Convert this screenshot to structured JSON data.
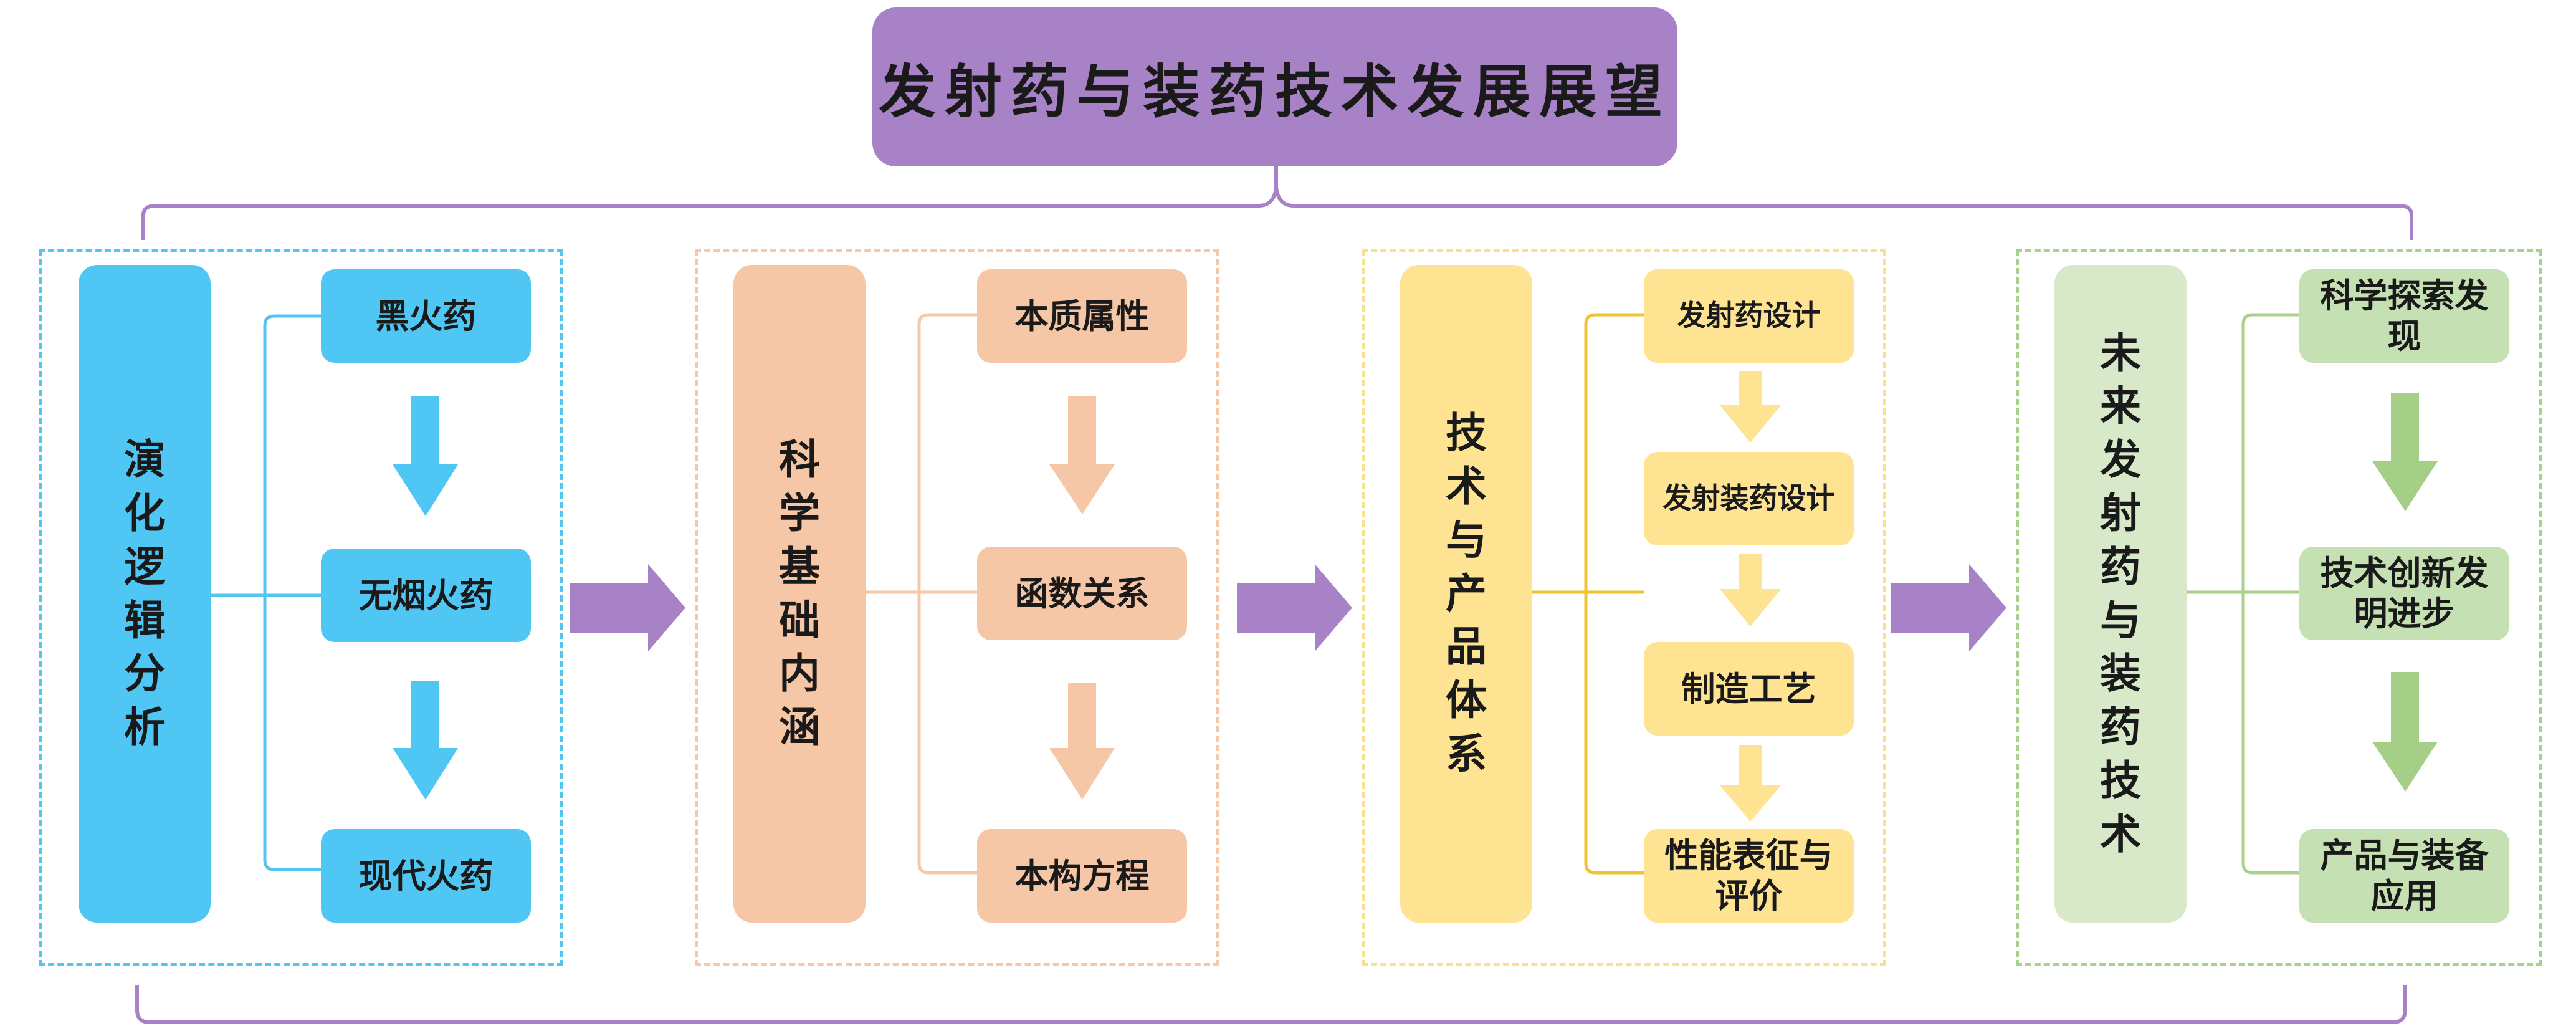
{
  "title": "发射药与装药技术发展展望",
  "sections": [
    {
      "label": "演化逻辑分析",
      "color": "#4fc6f4",
      "border": "#53c5ef",
      "items": [
        "黑火药",
        "无烟火药",
        "现代火药"
      ]
    },
    {
      "label": "科学基础内涵",
      "color": "#f6c7a6",
      "border": "#f4c8a8",
      "items": [
        "本质属性",
        "函数关系",
        "本构方程"
      ]
    },
    {
      "label": "技术与产品体系",
      "color": "#fde392",
      "border": "#f9e08f",
      "items": [
        "发射药设计",
        "发射装药设计",
        "制造工艺",
        "性能表征与评价"
      ]
    },
    {
      "label": "未来发射药与装药技术",
      "color": "#d7e9c9",
      "item_color": "#c5e0b2",
      "border": "#a9d18e",
      "arrow": "#a5cf86",
      "items": [
        "科学探索发现",
        "技术创新发明进步",
        "产品与装备应用"
      ]
    }
  ],
  "colors": {
    "title": "#a882c6",
    "bracket": "#a882c6",
    "transition_arrow": "#a882c6"
  }
}
